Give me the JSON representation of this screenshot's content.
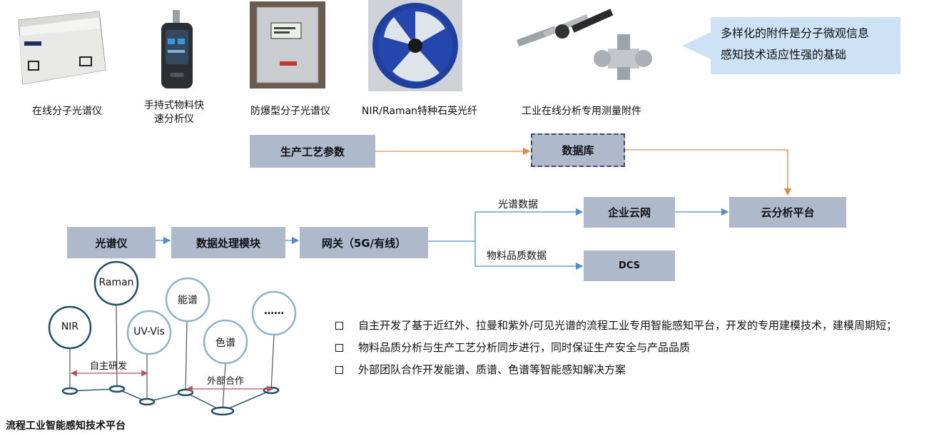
{
  "devices": [
    {
      "label": "在线分子光谱仪"
    },
    {
      "label": "手持式物料快\n速分析仪"
    },
    {
      "label": "防爆型分子光谱仪"
    },
    {
      "label": "NIR/Raman特种石英光纤"
    },
    {
      "label": "工业在线分析专用测量附件"
    }
  ],
  "callout": {
    "line1": "多样化的附件是分子微观信息",
    "line2": "感知技术适应性强的基础"
  },
  "flow": {
    "process_params": "生产工艺参数",
    "database": "数据库",
    "spectrometer": "光谱仪",
    "data_module": "数据处理模块",
    "gateway": "网关（5G/有线）",
    "enterprise_cloud": "企业云网",
    "cloud_platform": "云分析平台",
    "dcs": "DCS",
    "spectral_data_label": "光谱数据",
    "material_quality_label": "物料品质数据"
  },
  "network": {
    "nodes": [
      "NIR",
      "Raman",
      "UV-Vis",
      "能谱",
      "色谱",
      "……"
    ],
    "self_dev": "自主研发",
    "external": "外部合作",
    "platform_title": "流程工业智能感知技术平台"
  },
  "bullets": [
    "自主开发了基于近红外、拉曼和紫外/可见光谱的流程工业专用智能感知平台，开发的专用建模技术，建模周期短；",
    "物料品质分析与生产工艺分析同步进行，同时保证生产安全与产品品质",
    "外部团队合作开发能谱、质谱、色谱等智能感知解决方案"
  ],
  "colors": {
    "box": "#aeb9cc",
    "callout": "#cde3f5",
    "orange": "#e08a3c",
    "blue": "#4f8fc8",
    "teal": "#2d5c6e"
  }
}
